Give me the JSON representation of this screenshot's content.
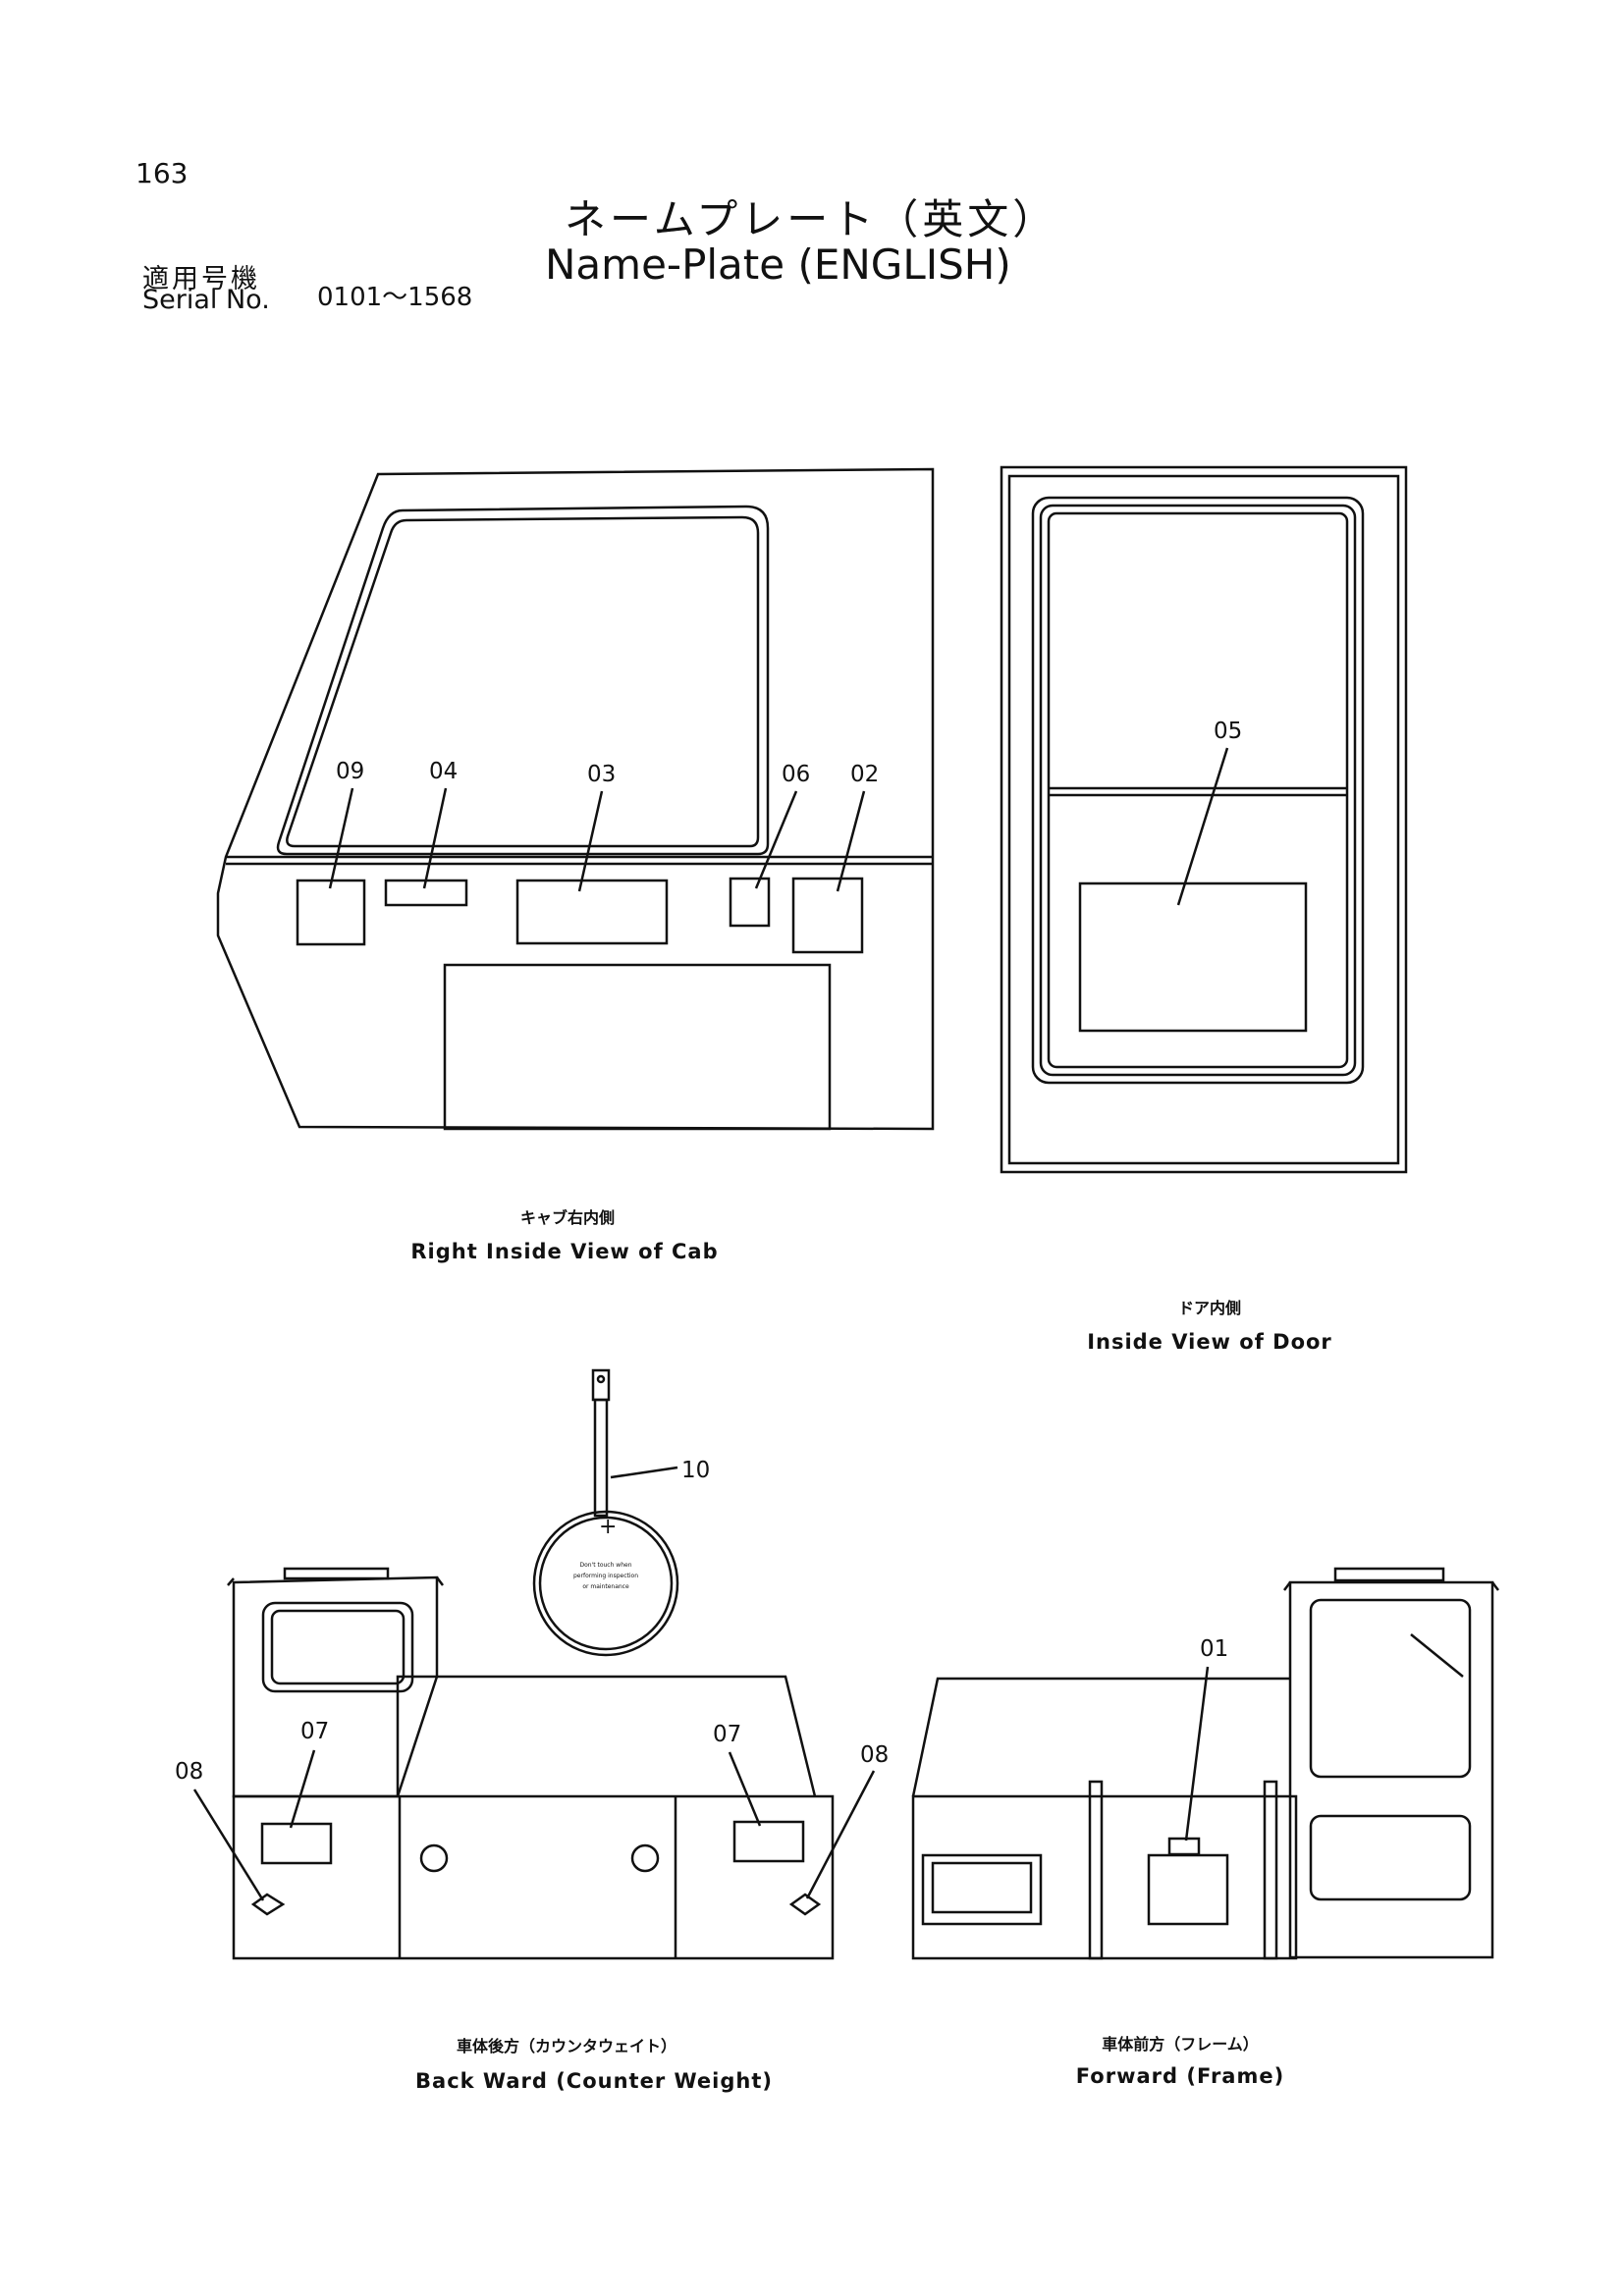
{
  "header": {
    "page_number": "163",
    "title_jp": "ネームプレート（英文）",
    "title_en": "Name-Plate (ENGLISH)",
    "serial_label_jp": "適用号機",
    "serial_label_en": "Serial No.",
    "serial_range": "0101～1568"
  },
  "views": {
    "cab": {
      "caption_jp": "キャブ右内側",
      "caption_en": "Right Inside View of Cab"
    },
    "door": {
      "caption_jp": "ドア内側",
      "caption_en": "Inside View of Door"
    },
    "back": {
      "caption_jp": "車体後方（カウンタウェイト）",
      "caption_en": "Back Ward (Counter Weight)"
    },
    "front": {
      "caption_jp": "車体前方（フレーム）",
      "caption_en": "Forward (Frame)"
    }
  },
  "callouts": {
    "c01": "01",
    "c02": "02",
    "c03": "03",
    "c04": "04",
    "c05": "05",
    "c06": "06",
    "c07": "07",
    "c08": "08",
    "c09": "09",
    "c10": "10"
  },
  "warning_plate": {
    "line1": "Don't touch when",
    "line2": "performing inspection",
    "line3": "or maintenance"
  }
}
